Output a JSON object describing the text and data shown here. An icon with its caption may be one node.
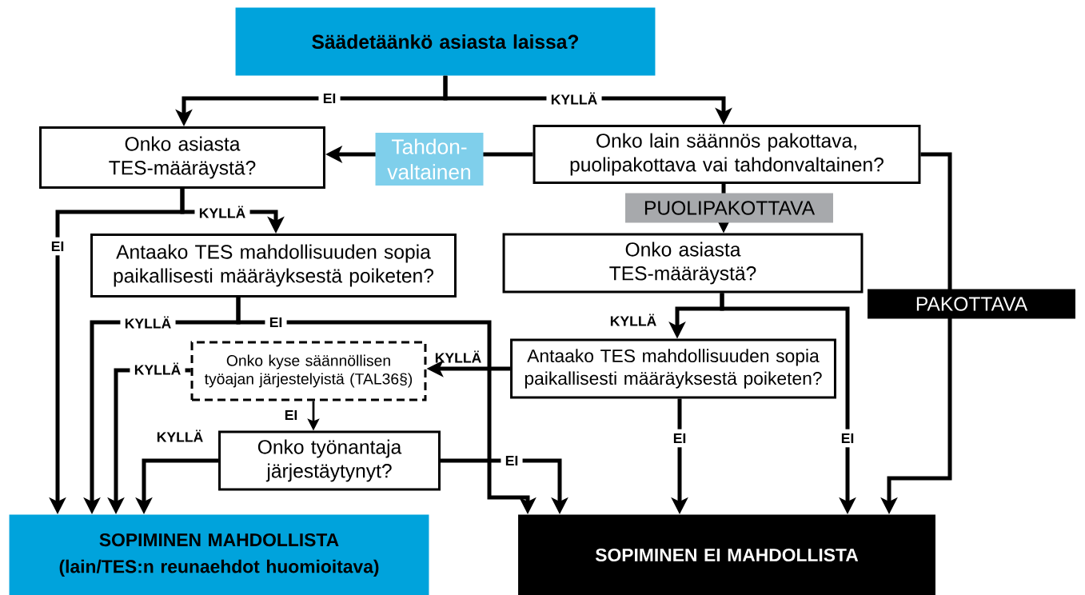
{
  "diagram": {
    "nodes": [
      {
        "text": [
          "Säädetäänkö asiasta laissa?"
        ]
      },
      {
        "text": [
          "Onko asiasta TES-määräystä?"
        ]
      },
      {
        "text": [
          "Onko lain säännös pakottava, puolipakottava vai tahdonvaltainen?"
        ]
      },
      {
        "text": [
          "Antaako TES mahdollisuuden sopia paikallisesti määräyksestä poiketen?"
        ]
      },
      {
        "text": [
          "Onko asiasta TES-määräystä?"
        ]
      },
      {
        "text": [
          "Onko kyse säännöllisen työajan järjestelyistä (TAL36§)"
        ]
      },
      {
        "text": [
          "Antaako TES mahdollisuuden sopia paikallisesti määräyksestä poiketen?"
        ]
      },
      {
        "text": [
          "Onko työnantaja järjestäytynyt?"
        ]
      },
      {
        "text": [
          "SOPIMINEN MAHDOLLISTA",
          "(lain/TES:n reunaehdot huomioitava)"
        ]
      },
      {
        "text": [
          "SOPIMINEN EI MAHDOLLISTA"
        ]
      }
    ],
    "edges": [
      {
        "from": 0,
        "to": 1,
        "arrow": "to",
        "label": "EI"
      },
      {
        "from": 0,
        "to": 2,
        "arrow": "to",
        "label": "KYLLÄ"
      },
      {
        "from": 2,
        "to": 1,
        "arrow": "to",
        "label": "Tahdon-valtainen"
      },
      {
        "from": 2,
        "to": 4,
        "arrow": "to",
        "label": "PUOLIPAKOTTAVA"
      },
      {
        "from": 2,
        "to": 9,
        "arrow": "to",
        "label": "PAKOTTAVA"
      },
      {
        "from": 1,
        "to": 8,
        "arrow": "to",
        "label": "EI"
      },
      {
        "from": 1,
        "to": 3,
        "arrow": "to",
        "label": "KYLLÄ"
      },
      {
        "from": 3,
        "to": 8,
        "arrow": "to",
        "label": "KYLLÄ"
      },
      {
        "from": 3,
        "to": 9,
        "arrow": "to",
        "label": "EI"
      },
      {
        "from": 4,
        "to": 6,
        "arrow": "to",
        "label": "KYLLÄ"
      },
      {
        "from": 4,
        "to": 9,
        "arrow": "to",
        "label": "EI"
      },
      {
        "from": 6,
        "to": 5,
        "arrow": "to",
        "label": "KYLLÄ"
      },
      {
        "from": 6,
        "to": 9,
        "arrow": "to",
        "label": "EI"
      },
      {
        "from": 5,
        "to": 8,
        "arrow": "to",
        "label": "KYLLÄ"
      },
      {
        "from": 5,
        "to": 7,
        "arrow": "to",
        "label": "EI"
      },
      {
        "from": 7,
        "to": 8,
        "arrow": "to",
        "label": "KYLLÄ"
      },
      {
        "from": 7,
        "to": 9,
        "arrow": "to",
        "label": "EI"
      }
    ]
  }
}
